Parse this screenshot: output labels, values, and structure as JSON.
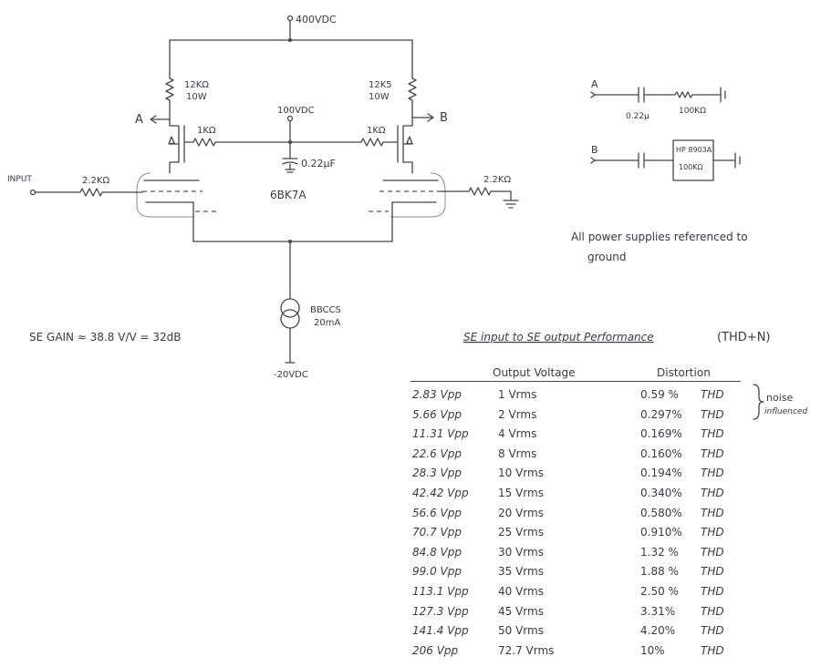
{
  "schematic": {
    "supply_top": "400VDC",
    "supply_mid": "100VDC",
    "supply_bottom": "-20VDC",
    "input_label": "INPUT",
    "r_input": "2.2KΩ",
    "r_grid_right": "2.2KΩ",
    "r_load_left": "12KΩ",
    "r_load_left_w": "10W",
    "r_load_right": "12K5",
    "r_load_right_w": "10W",
    "r_gate_left": "1KΩ",
    "r_gate_right": "1KΩ",
    "cap_mid": "0.22μF",
    "tube": "6BK7A",
    "ccs_name": "BBCCS",
    "ccs_current": "20mA",
    "out_a": "A",
    "out_b": "B"
  },
  "gain_note": "SE GAIN ≈ 38.8 V/V = 32dB",
  "output_networks": {
    "a_label": "A",
    "a_cap": "0.22μ",
    "a_res": "100KΩ",
    "b_label": "B",
    "b_box_line1": "HP 8903A",
    "b_box_line2": "100KΩ"
  },
  "supply_note_line1": "All power supplies referenced to",
  "supply_note_line2": "ground",
  "table": {
    "title": "SE input to SE output Performance",
    "title_suffix": "(THD+N)",
    "col_output": "Output Voltage",
    "col_distortion": "Distortion",
    "noise_note_line1": "noise",
    "noise_note_line2": "influenced",
    "rows": [
      {
        "vpp": "2.83 Vpp",
        "vrms": "1 Vrms",
        "thd": "0.59 %",
        "unit": "THD"
      },
      {
        "vpp": "5.66 Vpp",
        "vrms": "2 Vrms",
        "thd": "0.297%",
        "unit": "THD"
      },
      {
        "vpp": "11.31 Vpp",
        "vrms": "4 Vrms",
        "thd": "0.169%",
        "unit": "THD"
      },
      {
        "vpp": "22.6 Vpp",
        "vrms": "8 Vrms",
        "thd": "0.160%",
        "unit": "THD"
      },
      {
        "vpp": "28.3 Vpp",
        "vrms": "10 Vrms",
        "thd": "0.194%",
        "unit": "THD"
      },
      {
        "vpp": "42.42 Vpp",
        "vrms": "15 Vrms",
        "thd": "0.340%",
        "unit": "THD"
      },
      {
        "vpp": "56.6 Vpp",
        "vrms": "20 Vrms",
        "thd": "0.580%",
        "unit": "THD"
      },
      {
        "vpp": "70.7 Vpp",
        "vrms": "25 Vrms",
        "thd": "0.910%",
        "unit": "THD"
      },
      {
        "vpp": "84.8 Vpp",
        "vrms": "30 Vrms",
        "thd": "1.32 %",
        "unit": "THD"
      },
      {
        "vpp": "99.0 Vpp",
        "vrms": "35 Vrms",
        "thd": "1.88 %",
        "unit": "THD"
      },
      {
        "vpp": "113.1 Vpp",
        "vrms": "40 Vrms",
        "thd": "2.50 %",
        "unit": "THD"
      },
      {
        "vpp": "127.3 Vpp",
        "vrms": "45 Vrms",
        "thd": "3.31%",
        "unit": "THD"
      },
      {
        "vpp": "141.4 Vpp",
        "vrms": "50 Vrms",
        "thd": "4.20%",
        "unit": "THD"
      },
      {
        "vpp": "206 Vpp",
        "vrms": "72.7 Vrms",
        "thd": "10%",
        "unit": "THD"
      }
    ]
  }
}
